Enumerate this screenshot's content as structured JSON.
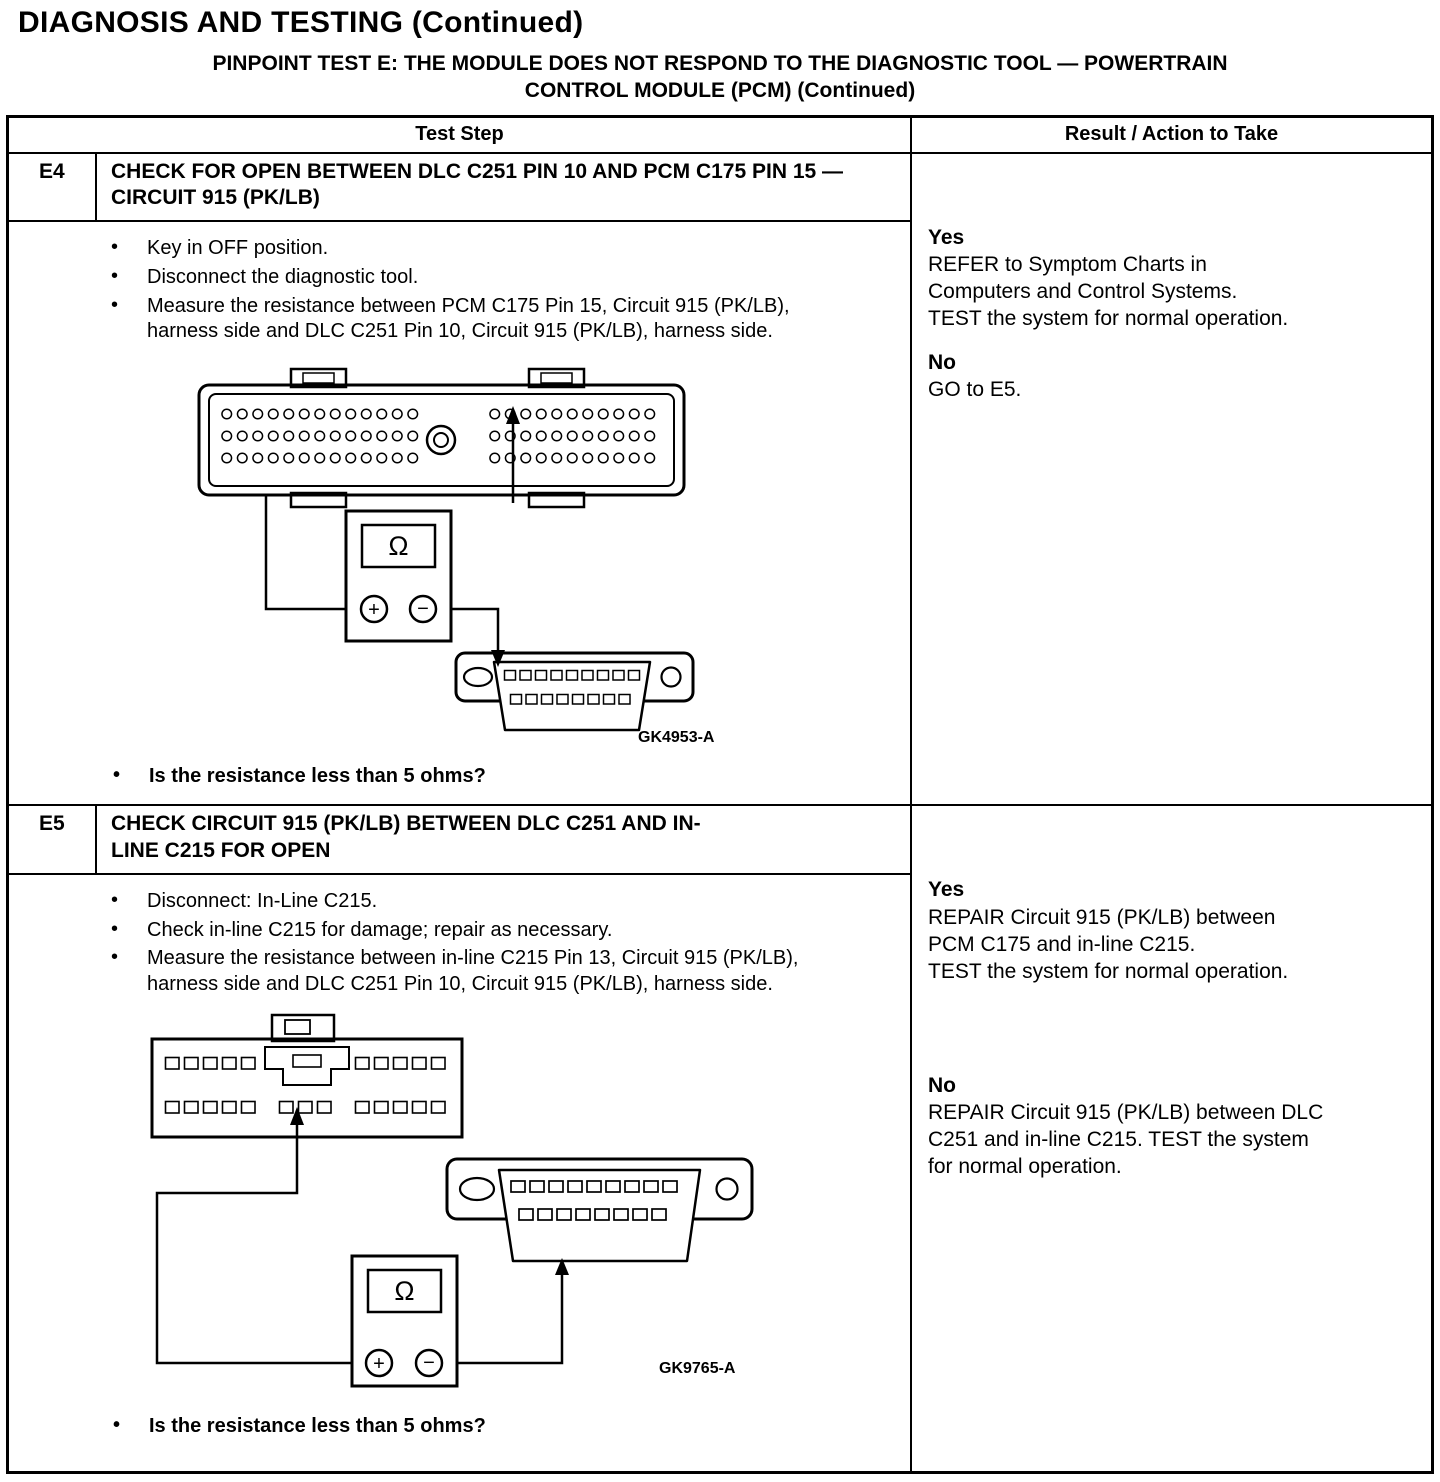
{
  "page": {
    "title": "DIAGNOSIS AND TESTING (Continued)",
    "subtitle_line1": "PINPOINT TEST E: THE MODULE DOES NOT RESPOND TO THE DIAGNOSTIC TOOL — POWERTRAIN",
    "subtitle_line2": "CONTROL MODULE (PCM) (Continued)"
  },
  "table": {
    "header": {
      "test_step": "Test Step",
      "result": "Result / Action to Take"
    },
    "steps": [
      {
        "id": "E4",
        "title": "CHECK FOR OPEN BETWEEN DLC C251 PIN 10 AND PCM C175 PIN 15 — CIRCUIT 915 (PK/LB)",
        "bullets": [
          "Key in OFF position.",
          "Disconnect the diagnostic tool.",
          "Measure the resistance between PCM C175 Pin 15, Circuit 915 (PK/LB), harness side and DLC C251 Pin 10, Circuit 915 (PK/LB), harness side."
        ],
        "figure": {
          "label": "GK4953-A",
          "ohm_symbol": "Ω",
          "plus": "+",
          "minus": "−"
        },
        "question": "Is the resistance less than 5 ohms?",
        "result": {
          "yes_label": "Yes",
          "yes_lines": [
            "REFER to Symptom Charts in",
            "Computers and Control Systems.",
            "TEST the system for normal operation."
          ],
          "no_label": "No",
          "no_lines": [
            "GO to E5."
          ]
        }
      },
      {
        "id": "E5",
        "title": "CHECK CIRCUIT 915 (PK/LB) BETWEEN DLC C251 AND IN-LINE C215 FOR OPEN",
        "bullets": [
          "Disconnect: In-Line C215.",
          "Check in-line C215 for damage; repair as necessary.",
          "Measure the resistance between in-line C215 Pin 13, Circuit 915 (PK/LB), harness side and DLC C251 Pin 10, Circuit 915 (PK/LB), harness side."
        ],
        "figure": {
          "label": "GK9765-A",
          "ohm_symbol": "Ω",
          "plus": "+",
          "minus": "−"
        },
        "question": "Is the resistance less than 5 ohms?",
        "result": {
          "yes_label": "Yes",
          "yes_lines": [
            "REPAIR Circuit 915 (PK/LB) between",
            "PCM C175 and in-line C215.",
            "TEST the system for normal operation."
          ],
          "no_label": "No",
          "no_lines": [
            "REPAIR Circuit 915 (PK/LB) between DLC",
            "C251 and in-line C215. TEST the system",
            "for normal operation."
          ]
        }
      }
    ]
  }
}
